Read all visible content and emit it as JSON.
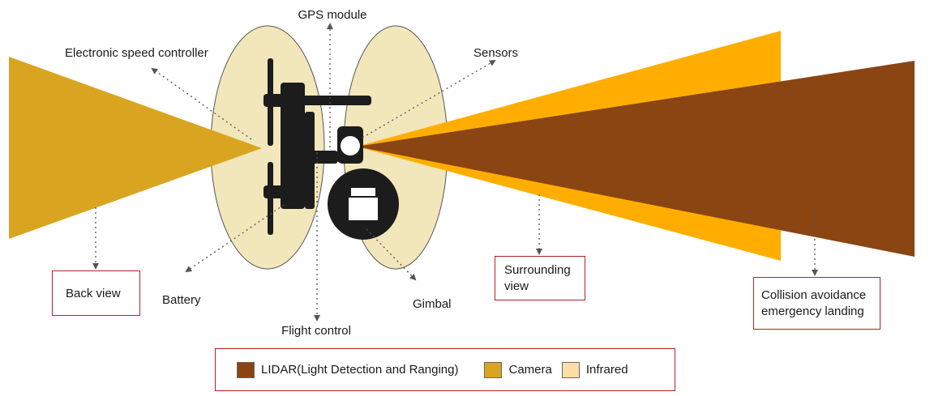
{
  "colors": {
    "lidar": "#8B4513",
    "camera": "#D9A520",
    "infrared": "#FFDDA6",
    "surrounding_beam": "#FFAE00",
    "ellipse_fill": "#F2E6BB",
    "drone": "#1c1c1c",
    "arrow": "#555555",
    "box_border": "#B22222"
  },
  "labels": {
    "gps_module": "GPS module",
    "esc": "Electronic speed controller",
    "sensors": "Sensors",
    "battery": "Battery",
    "flight_control": "Flight control",
    "gimbal": "Gimbal"
  },
  "boxes": {
    "back_view": "Back view",
    "surrounding_view": [
      "Surrounding",
      "view"
    ],
    "collision": [
      "Collision avoidance",
      "emergency landing"
    ]
  },
  "legend": [
    {
      "label": "LIDAR(Light Detection and Ranging)",
      "color": "#8B4513"
    },
    {
      "label": "Camera",
      "color": "#D9A520"
    },
    {
      "label": "Infrared",
      "color": "#FFDDA6"
    }
  ],
  "icons": {
    "drone": "drone-top-view-icon",
    "gimbal_camera": "camera-gimbal-icon"
  }
}
